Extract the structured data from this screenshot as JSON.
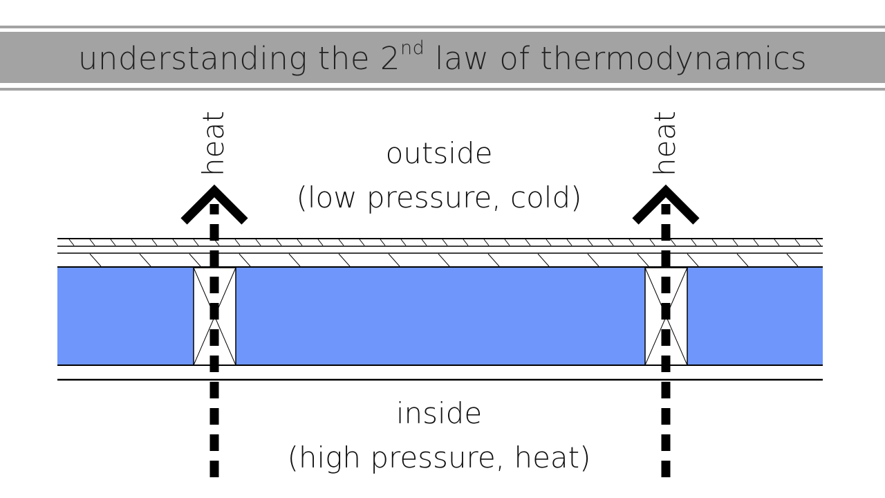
{
  "slide": {
    "title_main": "understanding the 2",
    "title_sup": "nd",
    "title_rest": " law of thermodynamics"
  },
  "diagram": {
    "outside_line1": "outside",
    "outside_line2": "(low pressure, cold)",
    "inside_line1": "inside",
    "inside_line2": "(high pressure, heat)",
    "heat_label_left": "heat",
    "heat_label_right": "heat",
    "colors": {
      "insulation": "#6f97fb",
      "title_band": "#a3a3a3",
      "lines": "#000000"
    }
  }
}
